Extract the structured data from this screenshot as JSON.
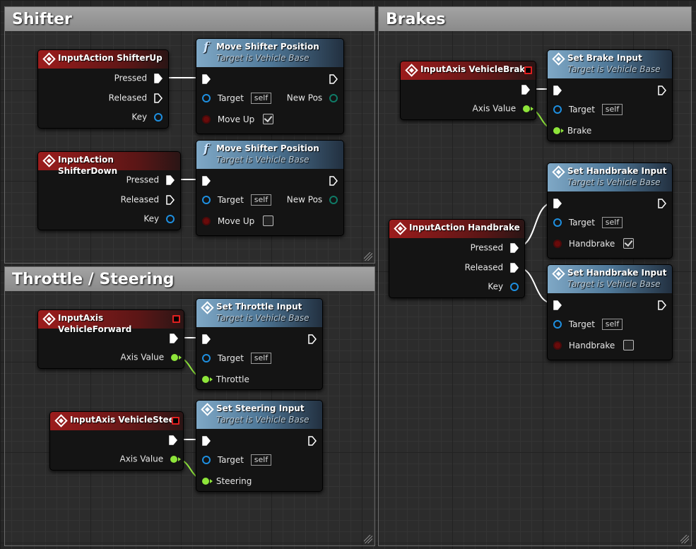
{
  "comments": {
    "shifter": "Shifter",
    "brakes": "Brakes",
    "throttle": "Throttle / Steering"
  },
  "nodes": {
    "shifter_up_event": {
      "title": "InputAction ShifterUp",
      "pins": {
        "pressed": "Pressed",
        "released": "Released",
        "key": "Key"
      }
    },
    "shifter_down_event": {
      "title": "InputAction ShifterDown",
      "pins": {
        "pressed": "Pressed",
        "released": "Released",
        "key": "Key"
      }
    },
    "move_shifter_1": {
      "title": "Move Shifter Position",
      "subtitle": "Target is Vehicle Base",
      "target": "Target",
      "self": "self",
      "new_pos": "New Pos",
      "move_up": "Move Up",
      "move_up_checked": true
    },
    "move_shifter_2": {
      "title": "Move Shifter Position",
      "subtitle": "Target is Vehicle Base",
      "target": "Target",
      "self": "self",
      "new_pos": "New Pos",
      "move_up": "Move Up",
      "move_up_checked": false
    },
    "vehicle_brake_axis": {
      "title": "InputAxis VehicleBrake",
      "axis_value": "Axis Value"
    },
    "set_brake": {
      "title": "Set Brake Input",
      "subtitle": "Target is Vehicle Base",
      "target": "Target",
      "self": "self",
      "param": "Brake"
    },
    "handbrake_event": {
      "title": "InputAction Handbrake",
      "pins": {
        "pressed": "Pressed",
        "released": "Released",
        "key": "Key"
      }
    },
    "set_handbrake_1": {
      "title": "Set Handbrake Input",
      "subtitle": "Target is Vehicle Base",
      "target": "Target",
      "self": "self",
      "param": "Handbrake",
      "checked": true
    },
    "set_handbrake_2": {
      "title": "Set Handbrake Input",
      "subtitle": "Target is Vehicle Base",
      "target": "Target",
      "self": "self",
      "param": "Handbrake",
      "checked": false
    },
    "vehicle_forward_axis": {
      "title": "InputAxis VehicleForward",
      "axis_value": "Axis Value"
    },
    "set_throttle": {
      "title": "Set Throttle Input",
      "subtitle": "Target is Vehicle Base",
      "target": "Target",
      "self": "self",
      "param": "Throttle"
    },
    "vehicle_steer_axis": {
      "title": "InputAxis VehicleSteer",
      "axis_value": "Axis Value"
    },
    "set_steering": {
      "title": "Set Steering Input",
      "subtitle": "Target is Vehicle Base",
      "target": "Target",
      "self": "self",
      "param": "Steering"
    }
  },
  "colors": {
    "exec_wire": "#ffffff",
    "float_wire": "#8ee53a",
    "event_header": "#9c1c1c",
    "function_header": "#4f7898",
    "object_pin": "#1e8fe0",
    "bool_pin": "#6a0b0b"
  }
}
